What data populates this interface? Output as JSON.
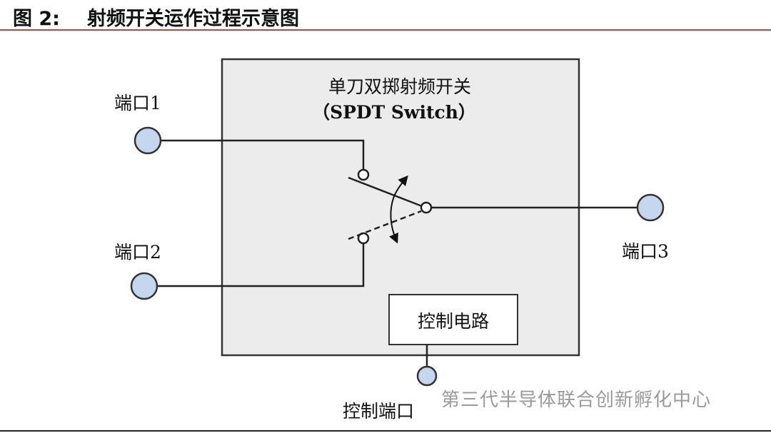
{
  "header": {
    "figure_label": "图 2:",
    "title": "射频开关运作过程示意图"
  },
  "diagram": {
    "box_title": "单刀双掷射频开关",
    "box_subtitle": "（SPDT Switch）",
    "port1": "端口1",
    "port2": "端口2",
    "port3": "端口3",
    "control_circuit": "控制电路",
    "control_port": "控制端口",
    "colors": {
      "port_fill": "#c4d7ef",
      "box_fill": "#ececec",
      "stroke": "#222222",
      "rule": "#b04848"
    }
  },
  "watermark": "第三代半导体联合创新孵化中心"
}
